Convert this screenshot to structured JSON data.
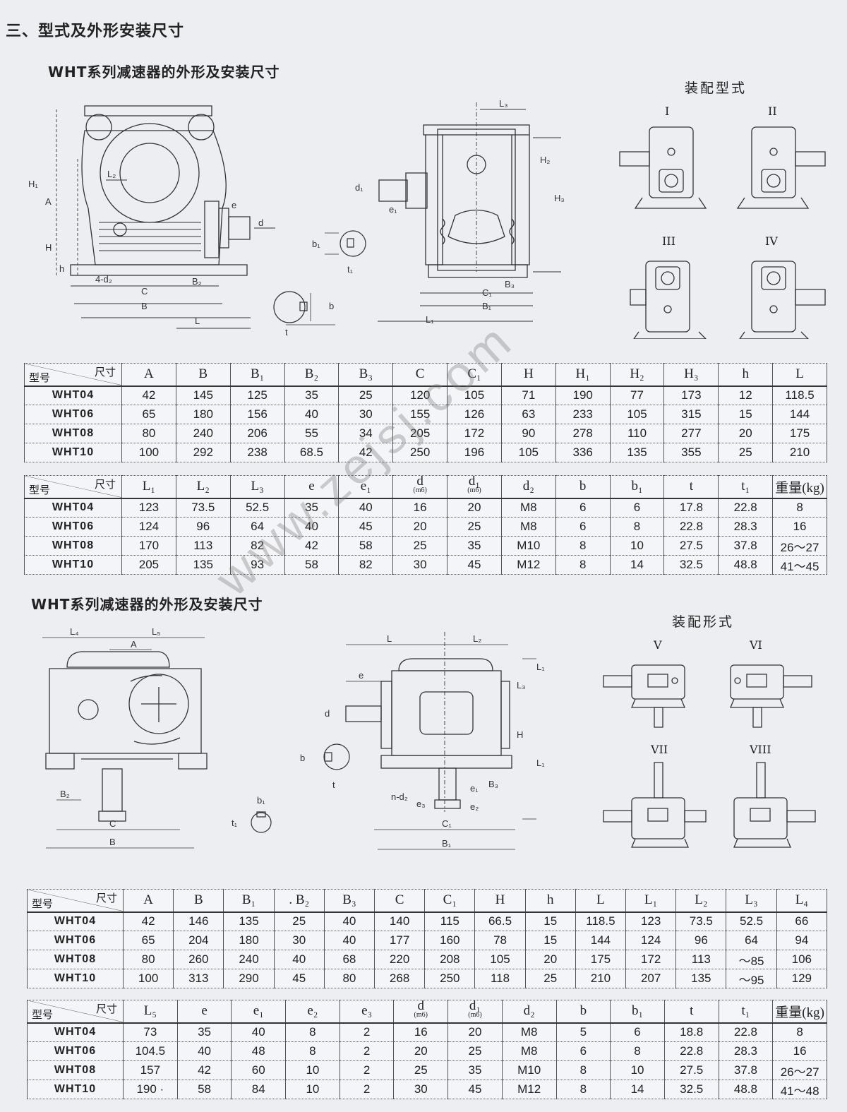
{
  "section_title": "三、型式及外形安装尺寸",
  "watermark": "www.zejsj.com",
  "part1": {
    "title": "WHT系列减速器的外形及安装尺寸",
    "assembly_title": "装配型式",
    "assembly_labels": [
      "I",
      "II",
      "III",
      "IV"
    ],
    "drawing_labels": {
      "H1": "H₁",
      "A": "A",
      "L2": "L₂",
      "H": "H",
      "h": "h",
      "d2": "4-d₂",
      "C": "C",
      "B2": "B₂",
      "B": "B",
      "L": "L",
      "e": "e",
      "d": "d",
      "b1": "b₁",
      "t1": "t₁",
      "b": "b",
      "t": "t",
      "L3": "L₃",
      "d1": "d₁",
      "e1": "e₁",
      "H2": "H₂",
      "H3": "H₃",
      "B3": "B₃",
      "C1": "C₁",
      "B1": "B₁",
      "L1": "L₁"
    },
    "table1": {
      "corner_top": "尺寸",
      "corner_bottom": "型号",
      "headers": [
        "A",
        "B",
        "B₁",
        "B₂",
        "B₃",
        "C",
        "C₁",
        "H",
        "H₁",
        "H₂",
        "H₃",
        "h",
        "L"
      ],
      "rows": [
        {
          "model": "WHT04",
          "values": [
            "42",
            "145",
            "125",
            "35",
            "25",
            "120",
            "105",
            "71",
            "190",
            "77",
            "173",
            "12",
            "118.5"
          ]
        },
        {
          "model": "WHT06",
          "values": [
            "65",
            "180",
            "156",
            "40",
            "30",
            "155",
            "126",
            "63",
            "233",
            "105",
            "315",
            "15",
            "144"
          ]
        },
        {
          "model": "WHT08",
          "values": [
            "80",
            "240",
            "206",
            "55",
            "34",
            "205",
            "172",
            "90",
            "278",
            "110",
            "277",
            "20",
            "175"
          ]
        },
        {
          "model": "WHT10",
          "values": [
            "100",
            "292",
            "238",
            "68.5",
            "42",
            "250",
            "196",
            "105",
            "336",
            "135",
            "355",
            "25",
            "210"
          ]
        }
      ]
    },
    "table2": {
      "corner_top": "尺寸",
      "corner_bottom": "型号",
      "headers": [
        "L₁",
        "L₂",
        "L₃",
        "e",
        "e₁",
        "d",
        "d₁",
        "d₂",
        "b",
        "b₁",
        "t",
        "t₁",
        "重量(kg)"
      ],
      "subheaders": [
        "",
        "",
        "",
        "",
        "",
        "(m6)",
        "(m6)",
        "",
        "",
        "",
        "",
        "",
        ""
      ],
      "rows": [
        {
          "model": "WHT04",
          "values": [
            "123",
            "73.5",
            "52.5",
            "35",
            "40",
            "16",
            "20",
            "M8",
            "6",
            "6",
            "17.8",
            "22.8",
            "8"
          ]
        },
        {
          "model": "WHT06",
          "values": [
            "124",
            "96",
            "64",
            "40",
            "45",
            "20",
            "25",
            "M8",
            "6",
            "8",
            "22.8",
            "28.3",
            "16"
          ]
        },
        {
          "model": "WHT08",
          "values": [
            "170",
            "113",
            "82",
            "42",
            "58",
            "25",
            "35",
            "M10",
            "8",
            "10",
            "27.5",
            "37.8",
            "26～27"
          ]
        },
        {
          "model": "WHT10",
          "values": [
            "205",
            "135",
            "93",
            "58",
            "82",
            "30",
            "45",
            "M12",
            "8",
            "14",
            "32.5",
            "48.8",
            "41～45"
          ]
        }
      ]
    }
  },
  "part2": {
    "title": "WHT系列减速器的外形及安装尺寸",
    "assembly_title": "装配形式",
    "assembly_labels": [
      "V",
      "VI",
      "VII",
      "VIII"
    ],
    "drawing_labels": {
      "L4": "L₄",
      "L5": "L₅",
      "A": "A",
      "B2": "B₂",
      "C": "C",
      "B": "B",
      "b1": "b₁",
      "t1": "t₁",
      "b": "b",
      "t": "t",
      "d": "d",
      "e": "e",
      "L": "L",
      "L2": "L₂",
      "L1": "L₁",
      "L3": "L₃",
      "H": "H",
      "nd2": "n-d₂",
      "e1": "e₁",
      "e2": "e₂",
      "e3": "e₃",
      "B3": "B₃",
      "C1": "C₁",
      "B1": "B₁",
      "L1b": "L₁"
    },
    "table3": {
      "corner_top": "尺寸",
      "corner_bottom": "型号",
      "headers": [
        "A",
        "B",
        "B₁",
        ". B₂",
        "B₃",
        "C",
        "C₁",
        "H",
        "h",
        "L",
        "L₁",
        "L₂",
        "L₃",
        "L₄"
      ],
      "rows": [
        {
          "model": "WHT04",
          "values": [
            "42",
            "146",
            "135",
            "25",
            "40",
            "140",
            "115",
            "66.5",
            "15",
            "118.5",
            "123",
            "73.5",
            "52.5",
            "66"
          ]
        },
        {
          "model": "WHT06",
          "values": [
            "65",
            "204",
            "180",
            "30",
            "40",
            "177",
            "160",
            "78",
            "15",
            "144",
            "124",
            "96",
            "64",
            "94"
          ]
        },
        {
          "model": "WHT08",
          "values": [
            "80",
            "260",
            "240",
            "40",
            "68",
            "220",
            "208",
            "105",
            "20",
            "175",
            "172",
            "113",
            "～85",
            "106"
          ]
        },
        {
          "model": "WHT10",
          "values": [
            "100",
            "313",
            "290",
            "45",
            "80",
            "268",
            "250",
            "118",
            "25",
            "210",
            "207",
            "135",
            "～95",
            "129"
          ]
        }
      ]
    },
    "table4": {
      "corner_top": "尺寸",
      "corner_bottom": "型号",
      "headers": [
        "L₅",
        "e",
        "e₁",
        "e₂",
        "e₃",
        "d",
        "d₁",
        "d₂",
        "b",
        "b₁",
        "t",
        "t₁",
        "重量(kg)"
      ],
      "subheaders": [
        "",
        "",
        "",
        "",
        "",
        "(m6)",
        "(m6)",
        "",
        "",
        "",
        "",
        "",
        ""
      ],
      "rows": [
        {
          "model": "WHT04",
          "values": [
            "73",
            "35",
            "40",
            "8",
            "2",
            "16",
            "20",
            "M8",
            "5",
            "6",
            "18.8",
            "22.8",
            "8"
          ]
        },
        {
          "model": "WHT06",
          "values": [
            "104.5",
            "40",
            "48",
            "8",
            "2",
            "20",
            "25",
            "M8",
            "6",
            "8",
            "22.8",
            "28.3",
            "16"
          ]
        },
        {
          "model": "WHT08",
          "values": [
            "157",
            "42",
            "60",
            "10",
            "2",
            "25",
            "35",
            "M10",
            "8",
            "10",
            "27.5",
            "37.8",
            "26～27"
          ]
        },
        {
          "model": "WHT10",
          "values": [
            "190 ·",
            "58",
            "84",
            "10",
            "2",
            "30",
            "45",
            "M12",
            "8",
            "14",
            "32.5",
            "48.8",
            "41～48"
          ]
        }
      ]
    }
  }
}
